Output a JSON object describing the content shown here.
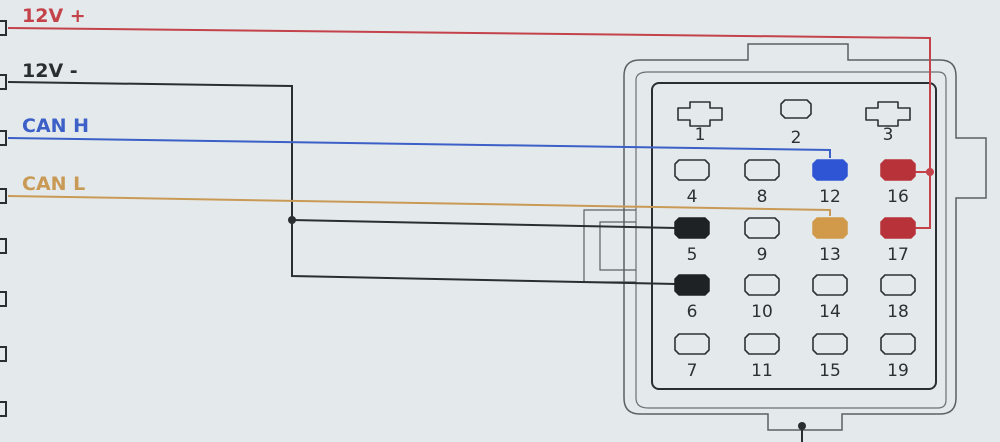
{
  "wires": [
    {
      "id": "12v-plus",
      "label": "12V +",
      "color": "#c4424a",
      "pins": [
        "16",
        "17"
      ]
    },
    {
      "id": "12v-minus",
      "label": "12V -",
      "color": "#2a2e30",
      "pins": [
        "5",
        "6"
      ]
    },
    {
      "id": "can-h",
      "label": "CAN H",
      "color": "#3c5fc8",
      "pins": [
        "12"
      ]
    },
    {
      "id": "can-l",
      "label": "CAN L",
      "color": "#c99a55",
      "pins": [
        "13"
      ]
    }
  ],
  "connector": {
    "pins": [
      {
        "num": "1",
        "num_color": "#2c3034"
      },
      {
        "num": "2",
        "num_color": "#2c3034"
      },
      {
        "num": "3",
        "num_color": "#2c3034"
      },
      {
        "num": "4",
        "num_color": "#2c3034"
      },
      {
        "num": "8",
        "num_color": "#2c3034"
      },
      {
        "num": "12",
        "num_color": "#2c3034",
        "fill": "#2f55d4"
      },
      {
        "num": "16",
        "num_color": "#b03038",
        "fill": "#b8323a"
      },
      {
        "num": "5",
        "num_color": "#2c3034",
        "fill": "#1e2224"
      },
      {
        "num": "9",
        "num_color": "#2c3034"
      },
      {
        "num": "13",
        "num_color": "#c78a3c",
        "fill": "#d09a4a"
      },
      {
        "num": "17",
        "num_color": "#b03038",
        "fill": "#b8323a"
      },
      {
        "num": "6",
        "num_color": "#2c3034",
        "fill": "#1e2224"
      },
      {
        "num": "10",
        "num_color": "#2c3034"
      },
      {
        "num": "14",
        "num_color": "#2c3034"
      },
      {
        "num": "18",
        "num_color": "#2c3034"
      },
      {
        "num": "7",
        "num_color": "#2c3034"
      },
      {
        "num": "11",
        "num_color": "#2c3034"
      },
      {
        "num": "15",
        "num_color": "#2c3034"
      },
      {
        "num": "19",
        "num_color": "#2c3034"
      }
    ]
  }
}
